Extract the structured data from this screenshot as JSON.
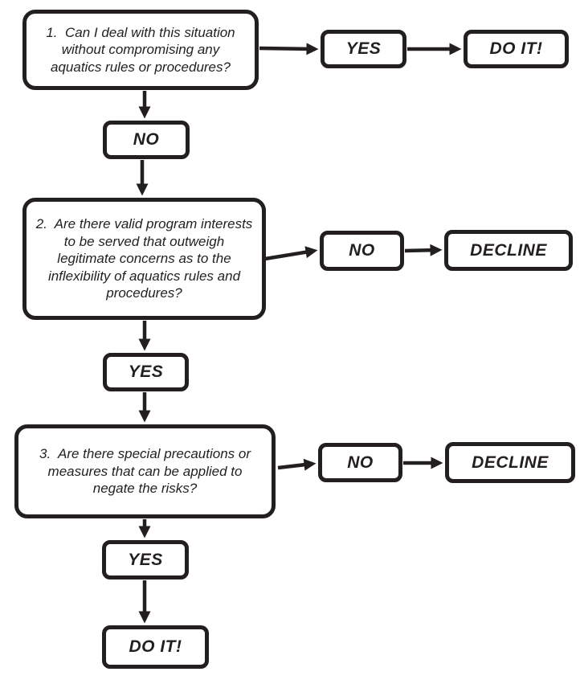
{
  "diagram": {
    "type": "flowchart",
    "background_color": "#ffffff",
    "ink_color": "#231f20",
    "nodes": {
      "q1": {
        "lines": [
          "1.  Can I deal with this situation",
          "without compromising any",
          "aquatics rules or procedures?"
        ]
      },
      "yes1": {
        "label": "YES"
      },
      "doit1": {
        "label": "DO IT!"
      },
      "no1": {
        "label": "NO"
      },
      "q2": {
        "lines": [
          "2.  Are there valid program interests",
          "to be served that outweigh",
          "legitimate concerns as to the",
          "inflexibility of aquatics rules and",
          "procedures?"
        ]
      },
      "no2": {
        "label": "NO"
      },
      "decline1": {
        "label": "DECLINE"
      },
      "yes2": {
        "label": "YES"
      },
      "q3": {
        "lines": [
          "3.  Are there special precautions or",
          "measures that can be applied to",
          "negate the risks?"
        ]
      },
      "no3": {
        "label": "NO"
      },
      "decline2": {
        "label": "DECLINE"
      },
      "yes3": {
        "label": "YES"
      },
      "doit2": {
        "label": "DO IT!"
      }
    }
  }
}
